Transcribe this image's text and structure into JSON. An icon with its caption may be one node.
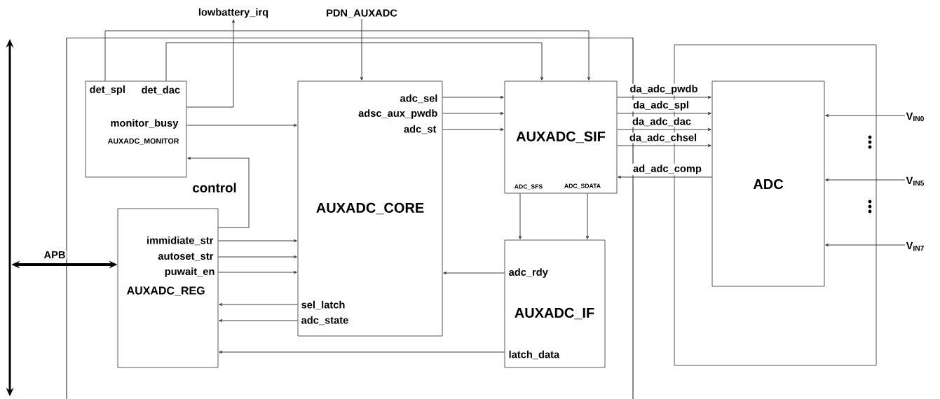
{
  "diagram": {
    "nodes": [
      {
        "text": [],
        "shape": "box"
      },
      {
        "text": [],
        "shape": "box"
      },
      {
        "text": [
          "det_spl",
          "det_dac",
          "monitor_busy",
          "AUXADC_MONITOR"
        ],
        "in": 0
      },
      {
        "text": [
          "immidiate_str",
          "autoset_str",
          "puwait_en",
          "AUXADC_REG"
        ],
        "in": 0
      },
      {
        "text": [
          "adc_sel",
          "adsc_aux_pwdb",
          "adc_st",
          "AUXADC_CORE",
          "sel_latch",
          "adc_state"
        ],
        "in": 0
      },
      {
        "text": [
          "AUXADC_SIF",
          "ADC_SFS",
          "ADC_SDATA"
        ],
        "in": 0
      },
      {
        "text": [
          "adc_rdy",
          "AUXADC_IF",
          "latch_data"
        ],
        "in": 0
      },
      {
        "text": [
          "ADC"
        ],
        "in": 1
      },
      {
        "text": [
          "lowbattery_irq"
        ]
      },
      {
        "text": [
          "PDN_AUXADC"
        ]
      },
      {
        "text": [],
        "shape": "bar"
      },
      {
        "text": [
          "V$_{IN0}$"
        ]
      },
      {
        "text": [
          "V$_{IN5}$"
        ]
      },
      {
        "text": [
          "V$_{IN7}$"
        ]
      }
    ],
    "edges": [
      {
        "from": 2,
        "to": 5,
        "arrow": "to"
      },
      {
        "from": 2,
        "to": 5,
        "arrow": "to"
      },
      {
        "from": 2,
        "to": 8,
        "arrow": "to"
      },
      {
        "from": 9,
        "to": 4,
        "arrow": "to"
      },
      {
        "from": 2,
        "to": 4,
        "arrow": "to"
      },
      {
        "from": 3,
        "to": 2,
        "arrow": "to",
        "label": "control"
      },
      {
        "from": 3,
        "to": 4,
        "arrow": "to"
      },
      {
        "from": 3,
        "to": 4,
        "arrow": "to"
      },
      {
        "from": 3,
        "to": 4,
        "arrow": "to"
      },
      {
        "from": 4,
        "to": 3,
        "arrow": "to"
      },
      {
        "from": 4,
        "to": 3,
        "arrow": "to"
      },
      {
        "from": 6,
        "to": 3,
        "arrow": "to"
      },
      {
        "from": 6,
        "to": 4,
        "arrow": "to"
      },
      {
        "from": 4,
        "to": 5,
        "arrow": "to"
      },
      {
        "from": 4,
        "to": 5,
        "arrow": "to"
      },
      {
        "from": 4,
        "to": 5,
        "arrow": "to"
      },
      {
        "from": 5,
        "to": 6,
        "arrow": "to"
      },
      {
        "from": 5,
        "to": 6,
        "arrow": "to"
      },
      {
        "from": 5,
        "to": 7,
        "arrow": "to",
        "label": "da_adc_pwdb"
      },
      {
        "from": 5,
        "to": 7,
        "arrow": "to",
        "label": "da_adc_spl"
      },
      {
        "from": 5,
        "to": 7,
        "arrow": "to",
        "label": "da_adc_dac"
      },
      {
        "from": 5,
        "to": 7,
        "arrow": "to",
        "label": "da_adc_chsel"
      },
      {
        "from": 7,
        "to": 5,
        "arrow": "to",
        "label": "ad_adc_comp"
      },
      {
        "from": 10,
        "to": 3,
        "arrow": "both",
        "style": "thick",
        "label": "APB"
      },
      {
        "from": 11,
        "to": 7,
        "arrow": "to"
      },
      {
        "from": 12,
        "to": 7,
        "arrow": "to"
      },
      {
        "from": 13,
        "to": 7,
        "arrow": "to"
      }
    ]
  }
}
